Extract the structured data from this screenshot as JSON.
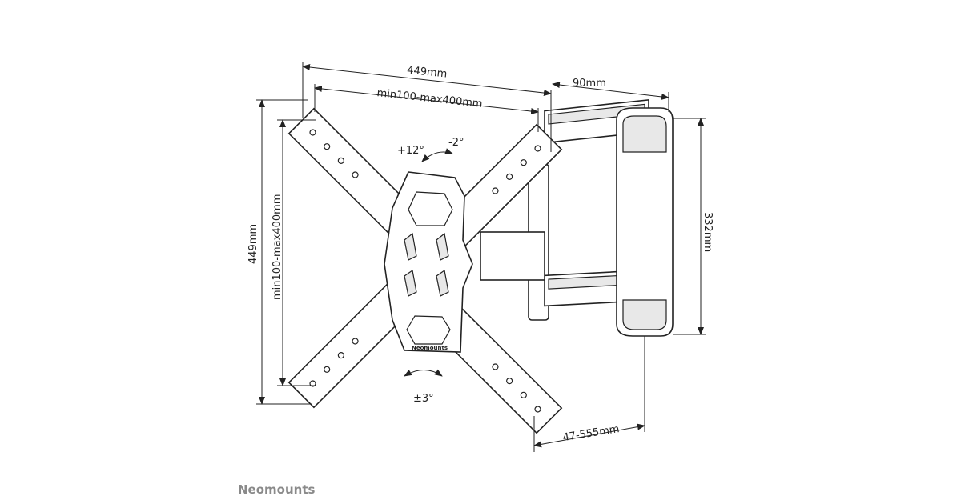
{
  "dimensions": {
    "plate_width": "449mm",
    "vesa_width": "min100-max400mm",
    "depth_min": "90mm",
    "wall_plate_height": "332mm",
    "plate_height": "449mm",
    "vesa_height": "min100-max400mm",
    "depth_range": "47-555mm"
  },
  "angles": {
    "tilt_up": "+12°",
    "tilt_down": "-2°",
    "rotation": "±3°"
  },
  "brand": {
    "logo": "Neomounts",
    "plate_label": "Neomounts"
  }
}
